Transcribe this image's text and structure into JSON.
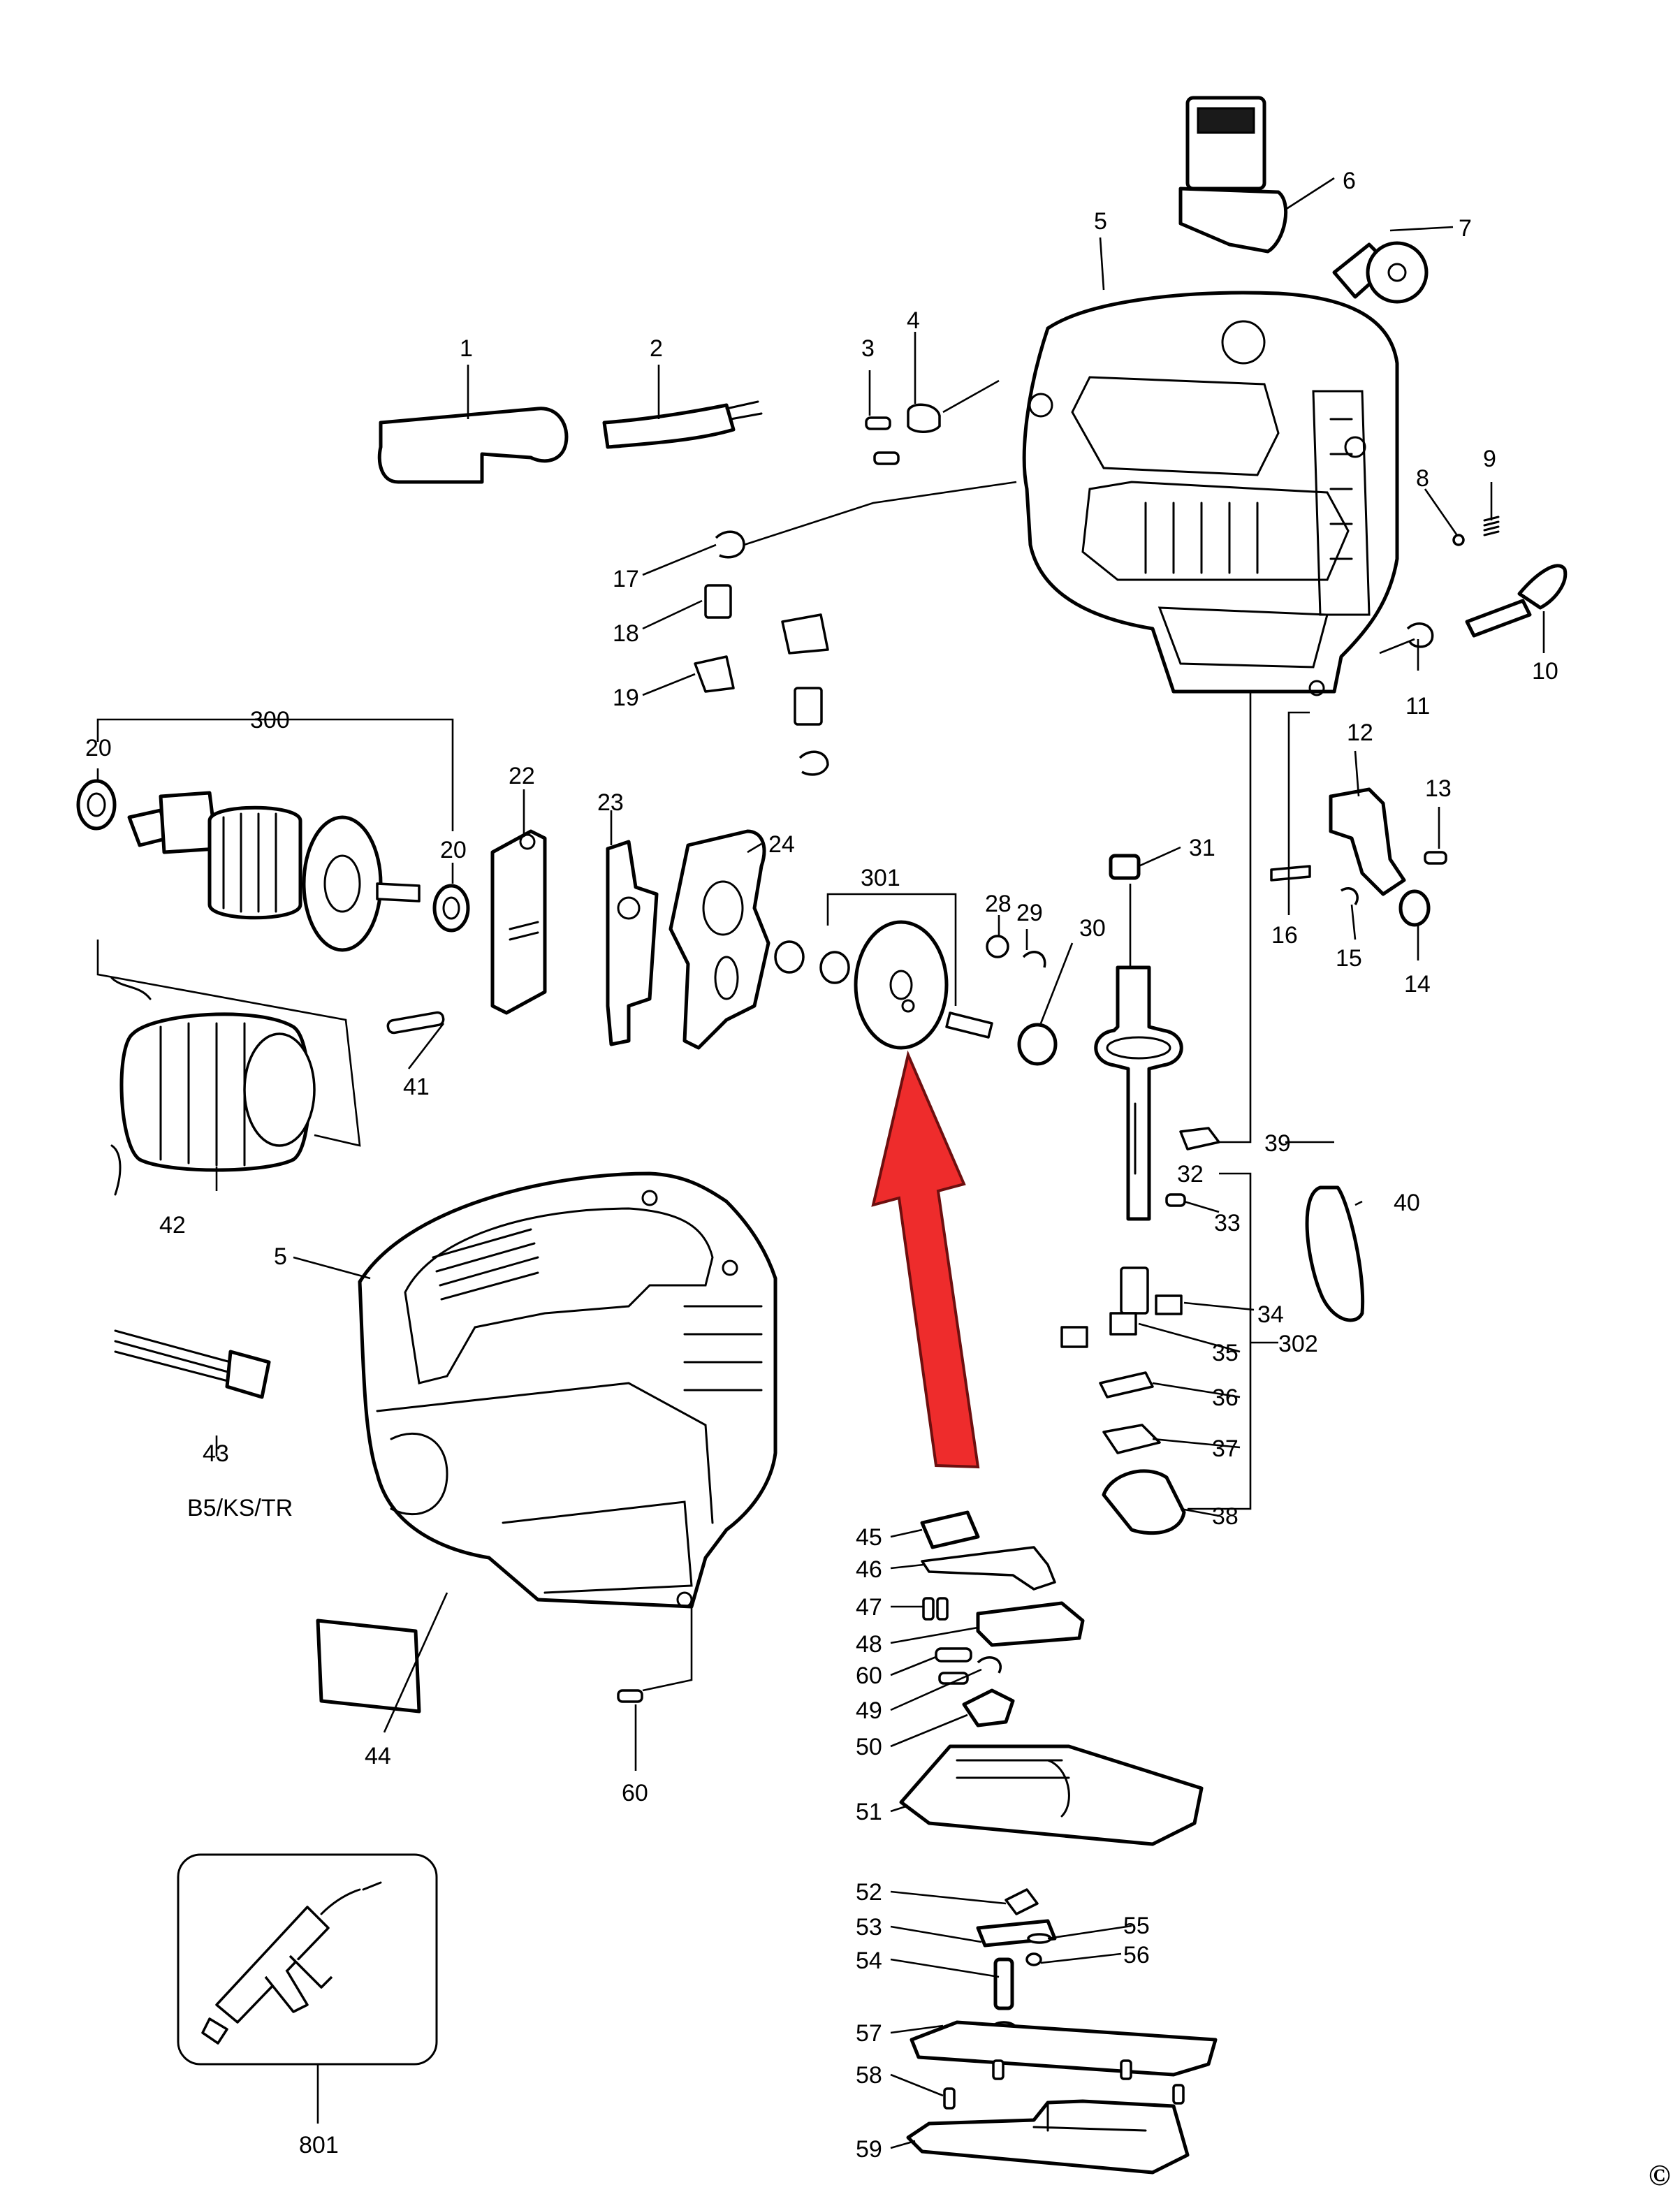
{
  "labels": {
    "p1": "1",
    "p2": "2",
    "p3": "3",
    "p4": "4",
    "p5a": "5",
    "p5b": "5",
    "p6": "6",
    "p7": "7",
    "p8": "8",
    "p9": "9",
    "p10": "10",
    "p11": "11",
    "p12": "12",
    "p13": "13",
    "p14": "14",
    "p15": "15",
    "p16": "16",
    "p17": "17",
    "p18": "18",
    "p19": "19",
    "p20a": "20",
    "p20b": "20",
    "p22": "22",
    "p23": "23",
    "p24": "24",
    "p28": "28",
    "p29": "29",
    "p30": "30",
    "p31": "31",
    "p32": "32",
    "p33": "33",
    "p34": "34",
    "p35": "35",
    "p36": "36",
    "p37": "37",
    "p38": "38",
    "p39": "39",
    "p40": "40",
    "p41": "41",
    "p42": "42",
    "p43": "43",
    "p44": "44",
    "p45": "45",
    "p46": "46",
    "p47": "47",
    "p48": "48",
    "p49": "49",
    "p50": "50",
    "p51": "51",
    "p52": "52",
    "p53": "53",
    "p54": "54",
    "p55": "55",
    "p56": "56",
    "p57": "57",
    "p58": "58",
    "p59": "59",
    "p60a": "60",
    "p60b": "60",
    "p300": "300",
    "p301": "301",
    "p302": "302",
    "p801": "801",
    "variant": "B5/KS/TR"
  },
  "copyright": "©",
  "colors": {
    "arrow_fill": "#ee2c2c",
    "line": "#000000",
    "background": "#ffffff"
  }
}
